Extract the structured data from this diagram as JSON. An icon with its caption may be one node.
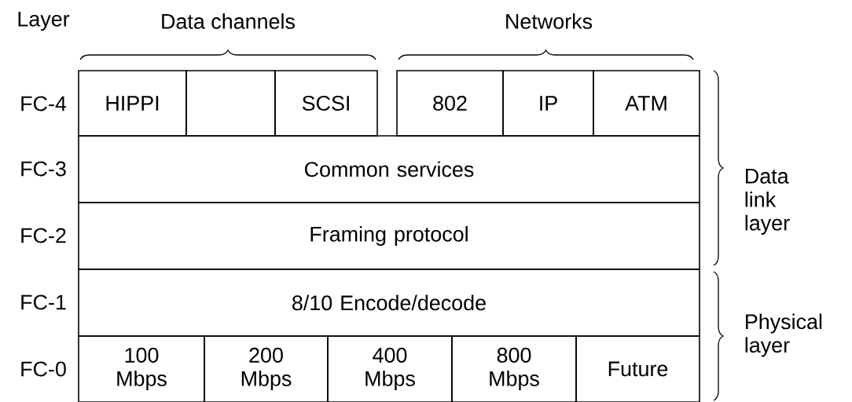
{
  "diagram": {
    "nodes": [
      {
        "text": [
          "HIPPI"
        ]
      },
      {
        "text": [],
        "shape": "box"
      },
      {
        "text": [
          "SCSI"
        ]
      },
      {
        "text": [
          "802"
        ]
      },
      {
        "text": [
          "IP"
        ]
      },
      {
        "text": [
          "ATM"
        ]
      },
      {
        "text": [
          "Common services"
        ]
      },
      {
        "text": [
          "Framing protocol"
        ]
      },
      {
        "text": [
          "8/10 Encode/decode"
        ]
      },
      {
        "text": [
          "100 Mbps"
        ]
      },
      {
        "text": [
          "200 Mbps"
        ]
      },
      {
        "text": [
          "400 Mbps"
        ]
      },
      {
        "text": [
          "800 Mbps"
        ]
      },
      {
        "text": [
          "Future"
        ]
      }
    ],
    "labels": [
      "Layer",
      "Data channels",
      "Networks",
      "FC-4",
      "FC-3",
      "Data link layer",
      "FC-2",
      "FC-1",
      "Physical layer",
      "FC-0"
    ]
  }
}
